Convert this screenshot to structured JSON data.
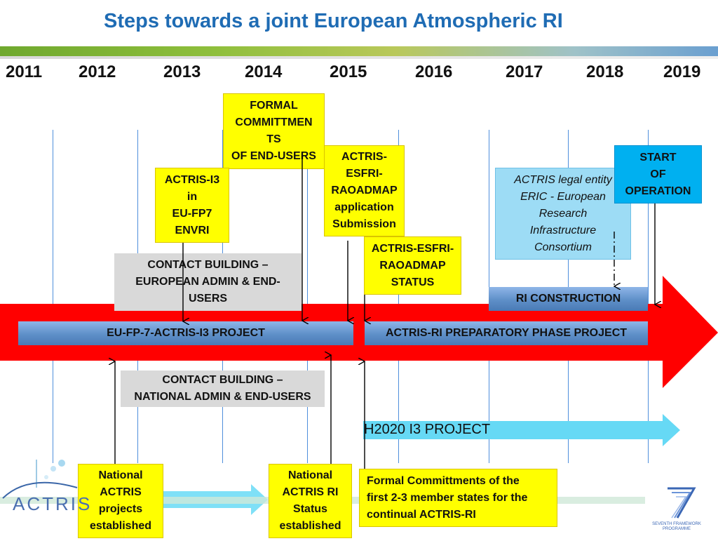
{
  "title": "Steps towards a joint  European Atmospheric RI",
  "years": [
    "2011",
    "2012",
    "2013",
    "2014",
    "2015",
    "2016",
    "2017",
    "2018",
    "2019"
  ],
  "boxes": {
    "formal_commitments_end_users": [
      "FORMAL",
      "COMMITTMEN",
      "TS",
      "OF END-USERS"
    ],
    "actris_i3": [
      "ACTRIS-I3",
      "in",
      "EU-FP7",
      "ENVRI"
    ],
    "esfri_application": [
      "ACTRIS-",
      "ESFRI-",
      "RAOADMAP",
      "application",
      "Submission"
    ],
    "esfri_status": [
      "ACTRIS-ESFRI-",
      "RAOADMAP",
      "STATUS"
    ],
    "contact_european": [
      "CONTACT  BUILDING –",
      "EUROPEAN  ADMIN & END-",
      "USERS"
    ],
    "contact_national": [
      "CONTACT  BUILDING –",
      "NATIONAL ADMIN & END-USERS"
    ],
    "legal_entity": [
      "ACTRIS legal entity",
      "ERIC - European",
      "Research",
      "Infrastructure",
      "Consortium"
    ],
    "start_operation": [
      "START",
      "OF",
      "OPERATION"
    ],
    "national_projects": [
      "National",
      "ACTRIS",
      "projects",
      "established"
    ],
    "national_status": [
      "National",
      "ACTRIS RI",
      "Status",
      "established"
    ],
    "formal_member_states": [
      "Formal Committments  of the",
      "first 2-3 member states for  the",
      "continual ACTRIS-RI"
    ]
  },
  "bars": {
    "fp7_project": "EU-FP-7-ACTRIS-I3 PROJECT",
    "preparatory_phase": "ACTRIS-RI PREPARATORY PHASE PROJECT",
    "ri_construction": "RI  CONSTRUCTION",
    "h2020": "H2020 I3 PROJECT"
  },
  "logos": {
    "actris": "ACTRIS",
    "fp7": "SEVENTH FRAMEWORK PROGRAMME"
  },
  "colors": {
    "title": "#1f6cb4",
    "arrow_red": "#ff0000",
    "box_yellow": "#ffff00",
    "box_gray": "#d9d9d9",
    "bar_blue": "#5e8fc8",
    "light_blue_arrow": "#66d9f5",
    "start_blue": "#00b0f0"
  }
}
